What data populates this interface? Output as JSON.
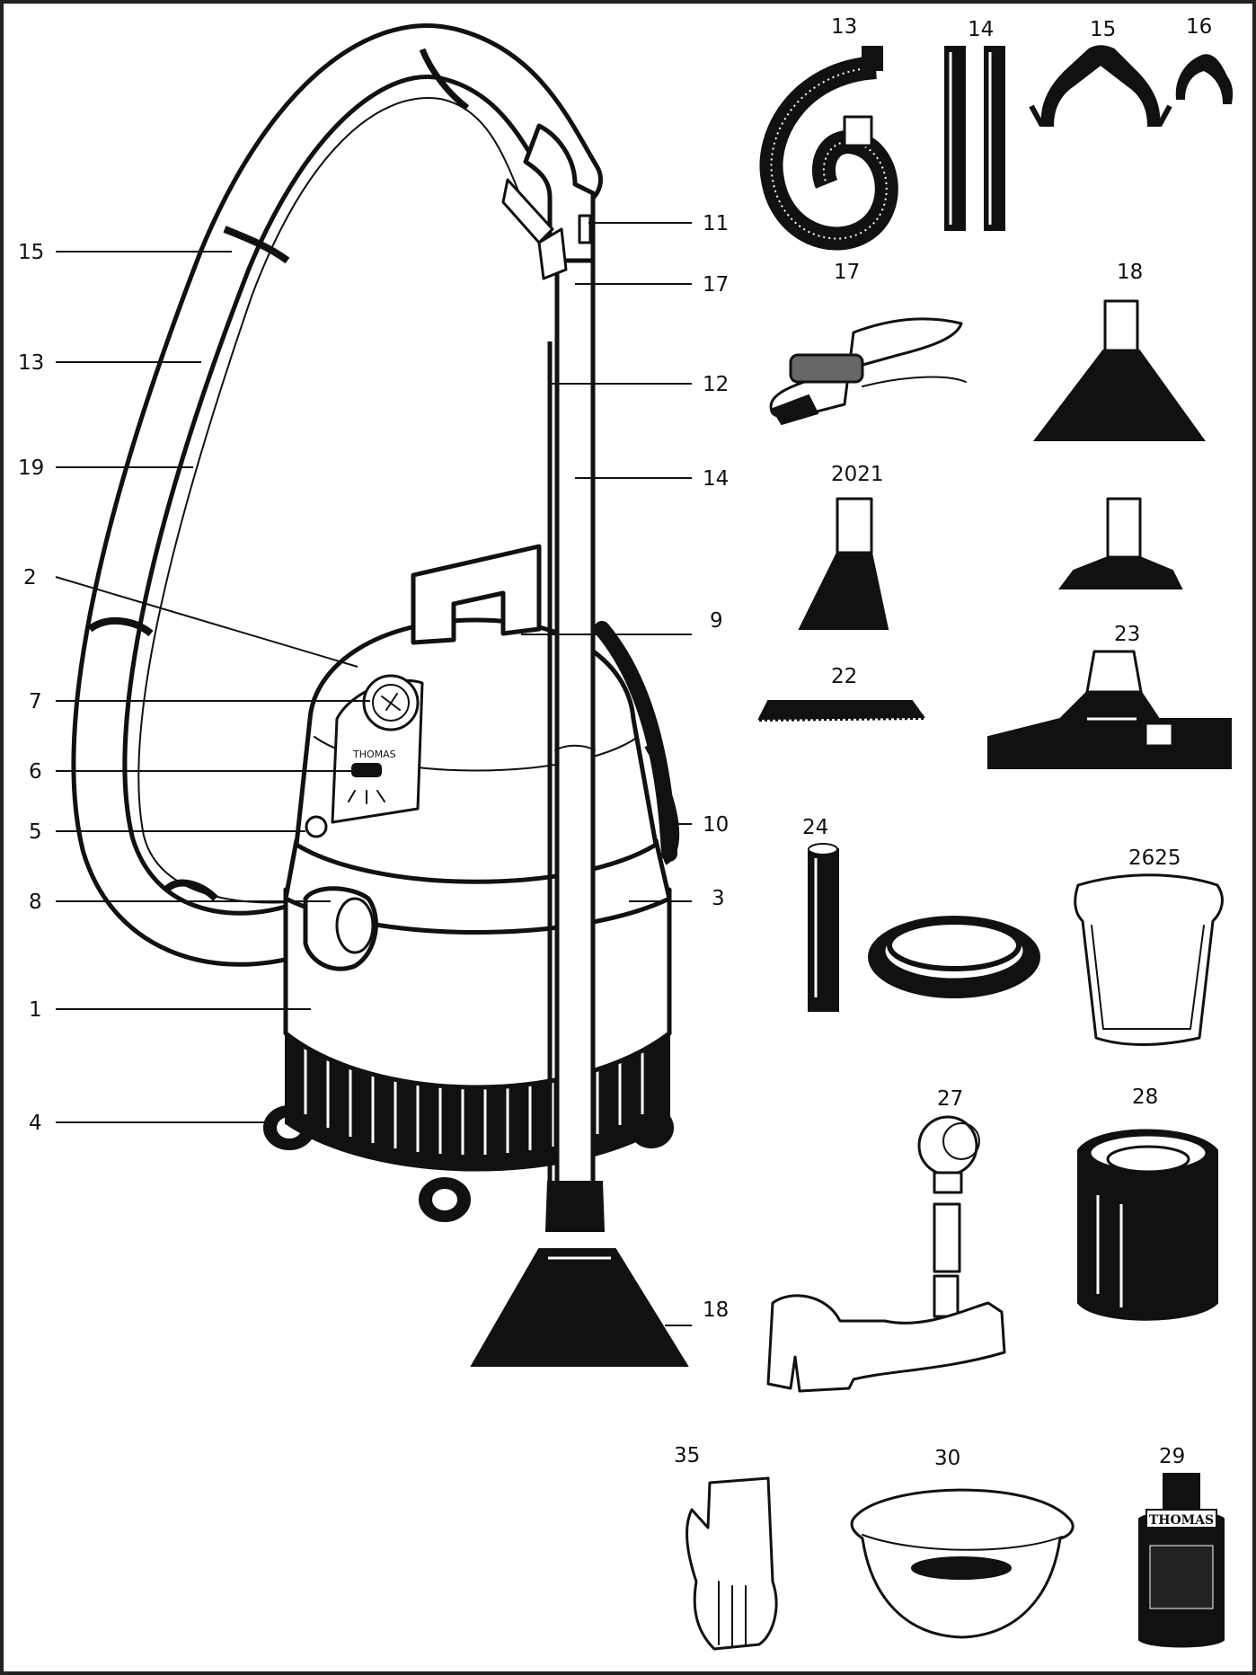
{
  "callouts": {
    "c15": "15",
    "c13": "13",
    "c19": "19",
    "c2": "2",
    "c7": "7",
    "c6": "6",
    "c5": "5",
    "c8": "8",
    "c1": "1",
    "c4": "4",
    "c11": "11",
    "c17": "17",
    "c12": "12",
    "c14": "14",
    "c9": "9",
    "c10": "10",
    "c3": "3",
    "c18": "18"
  },
  "parts": {
    "p13": "13",
    "p14": "14",
    "p15": "15",
    "p16": "16",
    "p17": "17",
    "p18": "18",
    "p2021": "2021",
    "p22": "22",
    "p23": "23",
    "p24": "24",
    "p2625": "2625",
    "p27": "27",
    "p28": "28",
    "p35": "35",
    "p30": "30",
    "p29": "29"
  },
  "icons": {
    "main": "vacuum-cleaner-icon",
    "hose": "hose-icon",
    "tubes": "extension-tubes-icon",
    "clips": "tube-clip-icon",
    "spray": "spray-trigger-icon",
    "nozzle": "upholstery-nozzle-icon",
    "bottle": "shampoo-bottle-icon"
  },
  "product": {
    "bottle_brand": "THOMAS",
    "panel_text": "THOMAS"
  }
}
